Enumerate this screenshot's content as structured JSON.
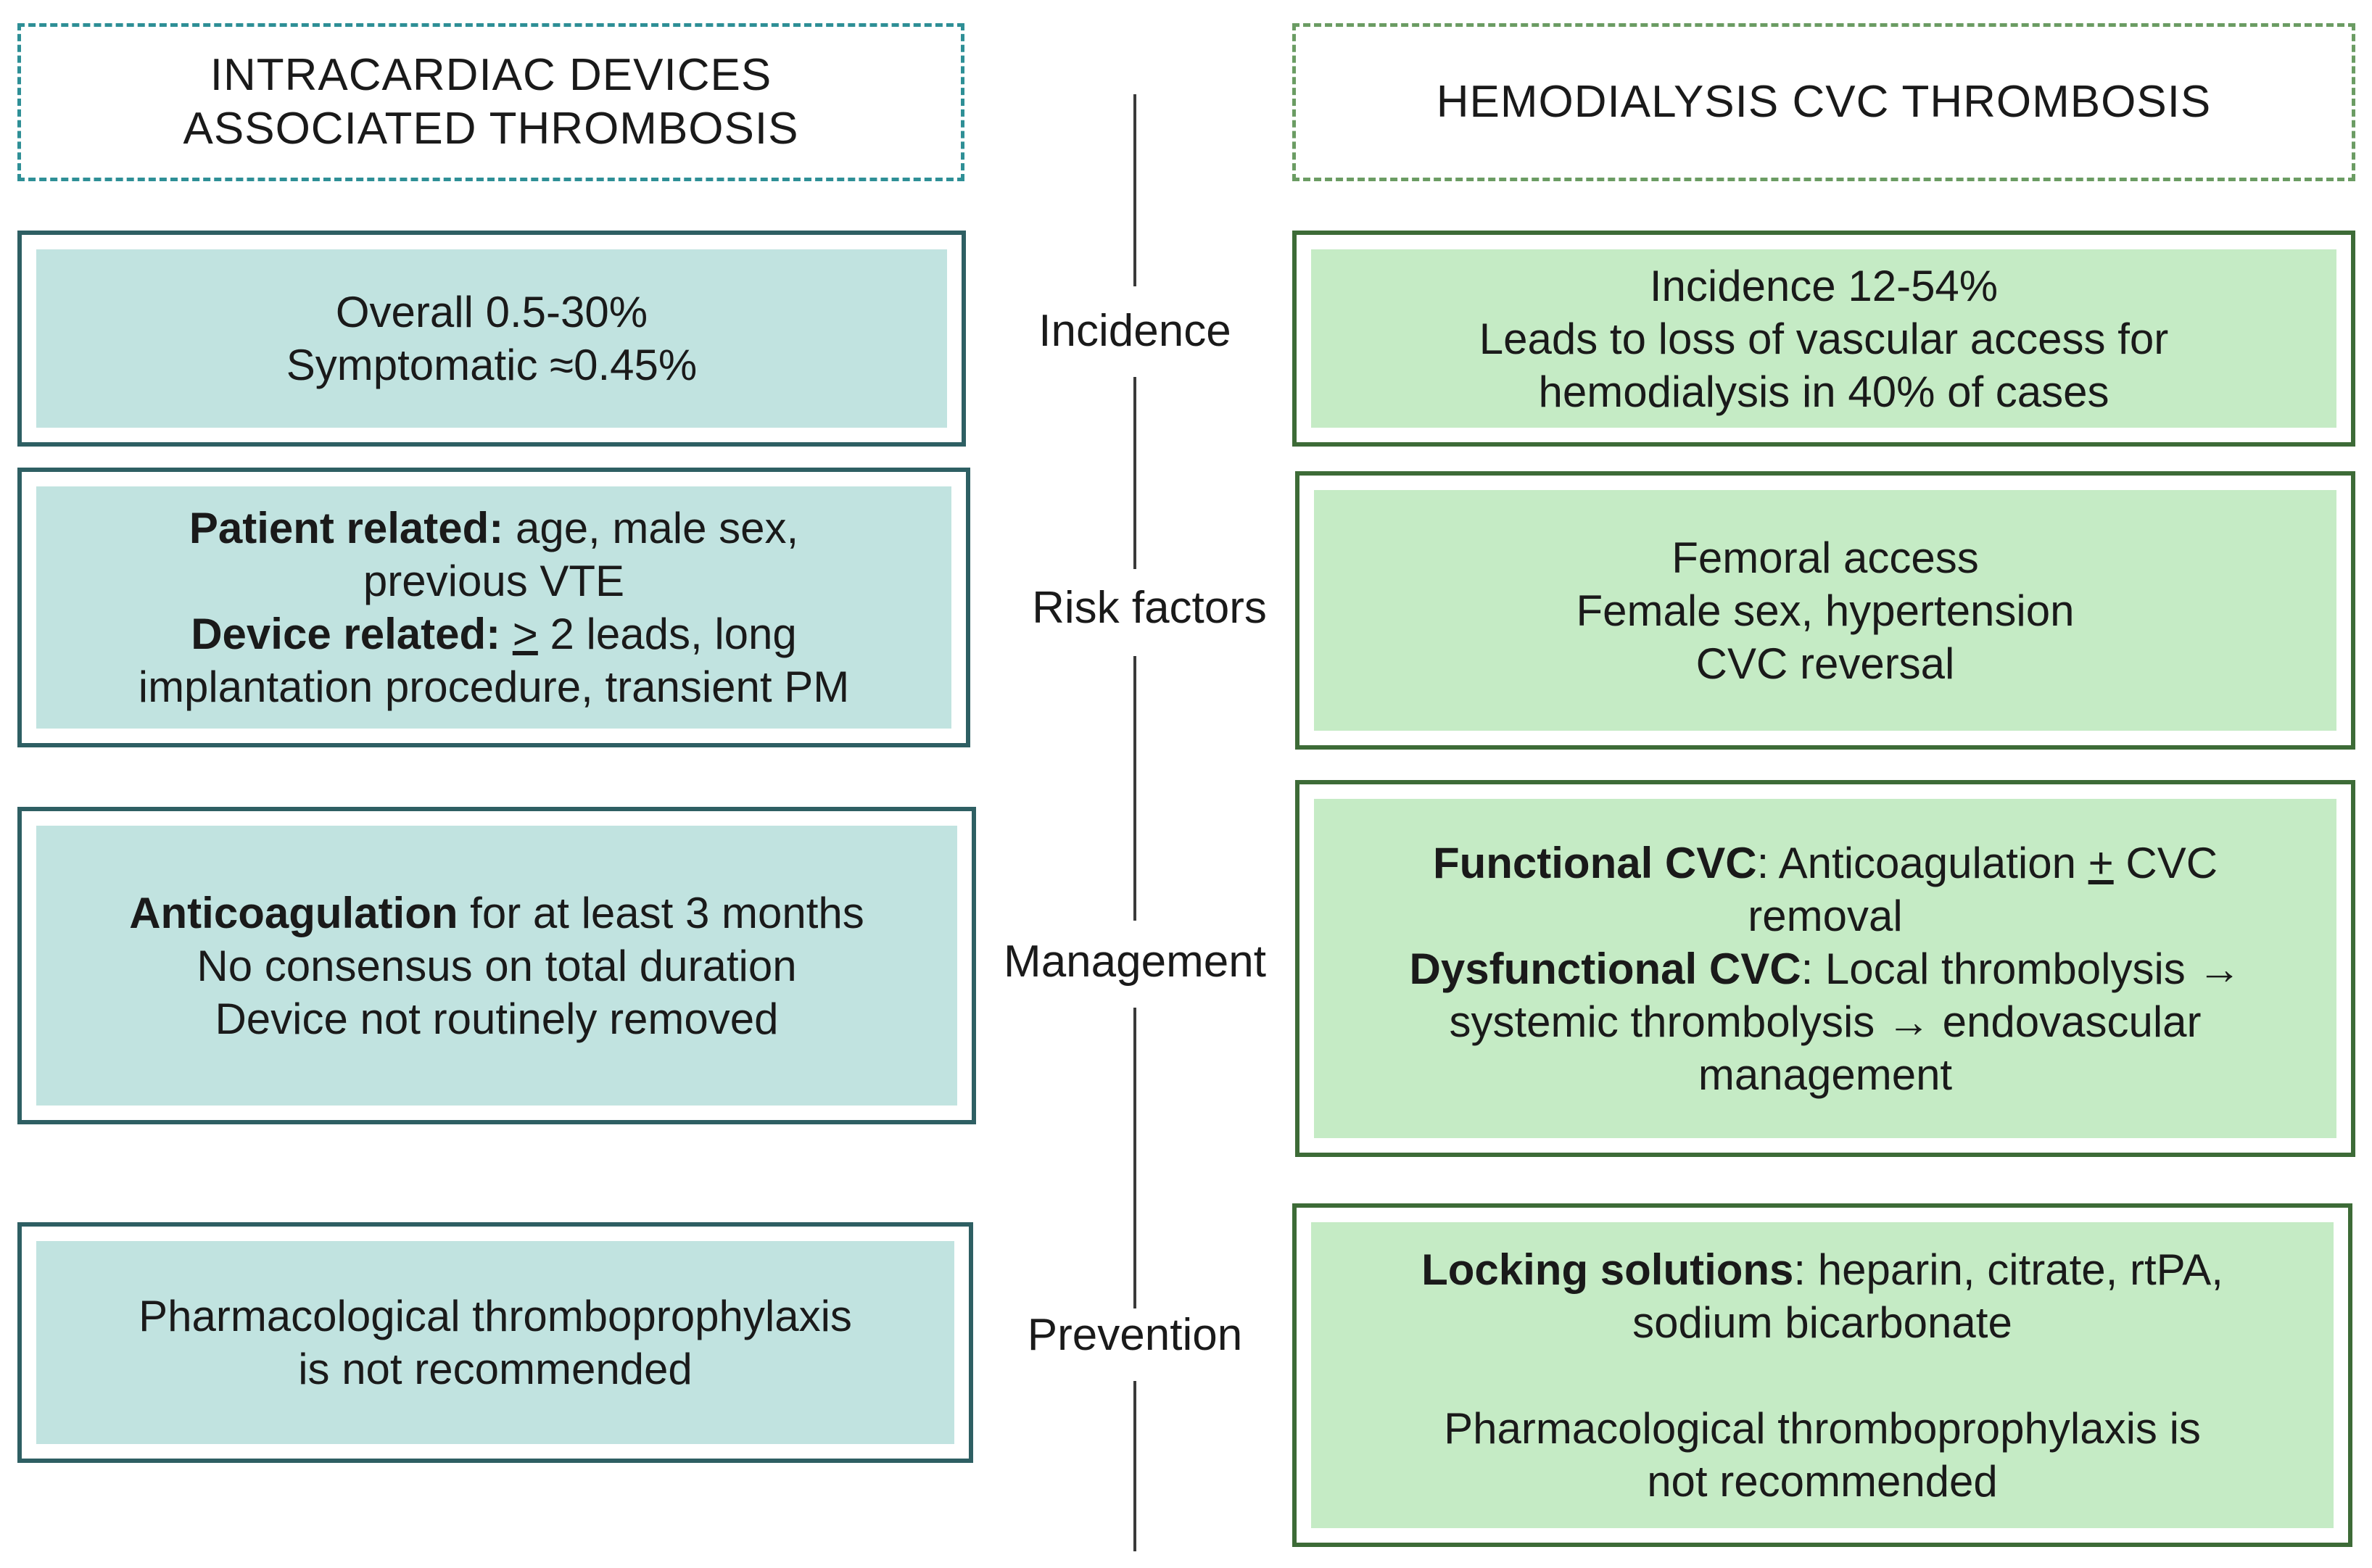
{
  "headers": {
    "left": "INTRACARDIAC DEVICES ASSOCIATED THROMBOSIS",
    "right": "HEMODIALYSIS CVC THROMBOSIS"
  },
  "categories": {
    "incidence": "Incidence",
    "risk_factors": "Risk factors",
    "management": "Management",
    "prevention": "Prevention"
  },
  "left": {
    "incidence": {
      "line1": "Overall 0.5-30%",
      "line2": "Symptomatic ≈0.45%"
    },
    "risk_factors": {
      "patient_label": "Patient related:",
      "patient_text_1": " age, male sex,",
      "patient_text_2": "previous VTE",
      "device_label": "Device related:",
      "device_symbol": ">",
      "device_text_1": " 2 leads, long",
      "device_text_2": "implantation procedure, transient PM"
    },
    "management": {
      "label": "Anticoagulation",
      "text_1": " for at least 3 months",
      "line2": "No consensus on total duration",
      "line3": "Device not routinely removed"
    },
    "prevention": {
      "line1": "Pharmacological thromboprophylaxis",
      "line2": "is not recommended"
    }
  },
  "right": {
    "incidence": {
      "line1": "Incidence 12-54%",
      "line2": "Leads to loss of vascular access for",
      "line3": "hemodialysis in 40% of cases"
    },
    "risk_factors": {
      "line1": "Femoral access",
      "line2": "Female sex, hypertension",
      "line3": "CVC reversal"
    },
    "management": {
      "functional_label": "Functional CVC",
      "functional_text_a": ": Anticoagulation ",
      "functional_symbol": "+",
      "functional_text_b": " CVC",
      "functional_text_2": "removal",
      "dysfunctional_label": "Dysfunctional CVC",
      "dysfunctional_text_1": ": Local thrombolysis →",
      "dysfunctional_text_2": "systemic thrombolysis → endovascular",
      "dysfunctional_text_3": "management"
    },
    "prevention": {
      "locking_label": "Locking solutions",
      "locking_text_1": ": heparin, citrate, rtPA,",
      "locking_text_2": "sodium bicarbonate",
      "line3": "Pharmacological thromboprophylaxis is",
      "line4": "not recommended"
    }
  }
}
